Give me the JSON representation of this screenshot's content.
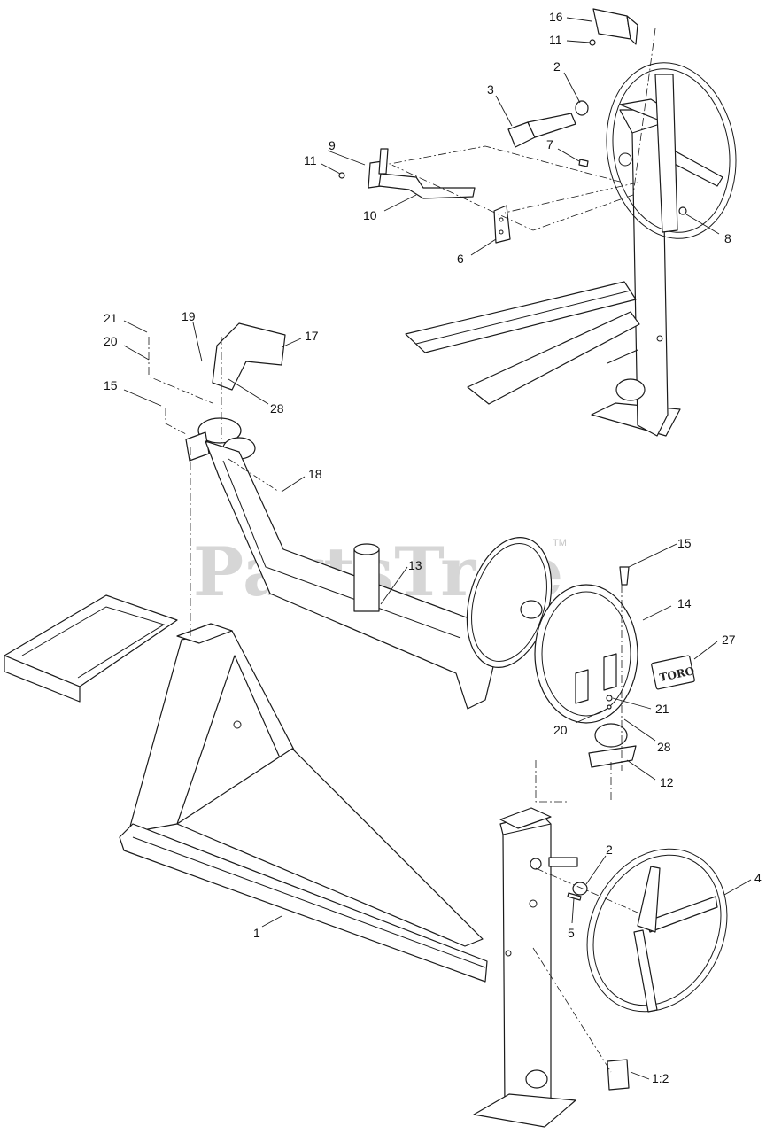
{
  "watermark": {
    "text": "PartsTree",
    "tm": "TM"
  },
  "decal": {
    "text": "TORO"
  },
  "callouts": [
    {
      "id": "16",
      "label": "16"
    },
    {
      "id": "11-top",
      "label": "11"
    },
    {
      "id": "2-top",
      "label": "2"
    },
    {
      "id": "3",
      "label": "3"
    },
    {
      "id": "9",
      "label": "9"
    },
    {
      "id": "7",
      "label": "7"
    },
    {
      "id": "11-mid",
      "label": "11"
    },
    {
      "id": "10",
      "label": "10"
    },
    {
      "id": "8",
      "label": "8"
    },
    {
      "id": "6",
      "label": "6"
    },
    {
      "id": "21-left",
      "label": "21"
    },
    {
      "id": "19",
      "label": "19"
    },
    {
      "id": "17",
      "label": "17"
    },
    {
      "id": "20-left",
      "label": "20"
    },
    {
      "id": "15-left",
      "label": "15"
    },
    {
      "id": "28-left",
      "label": "28"
    },
    {
      "id": "18",
      "label": "18"
    },
    {
      "id": "15-right",
      "label": "15"
    },
    {
      "id": "13",
      "label": "13"
    },
    {
      "id": "14",
      "label": "14"
    },
    {
      "id": "27",
      "label": "27"
    },
    {
      "id": "21-right",
      "label": "21"
    },
    {
      "id": "20-right",
      "label": "20"
    },
    {
      "id": "28-right",
      "label": "28"
    },
    {
      "id": "12",
      "label": "12"
    },
    {
      "id": "2-bottom",
      "label": "2"
    },
    {
      "id": "4",
      "label": "4"
    },
    {
      "id": "1",
      "label": "1"
    },
    {
      "id": "5",
      "label": "5"
    },
    {
      "id": "1-2",
      "label": "1:2"
    }
  ]
}
